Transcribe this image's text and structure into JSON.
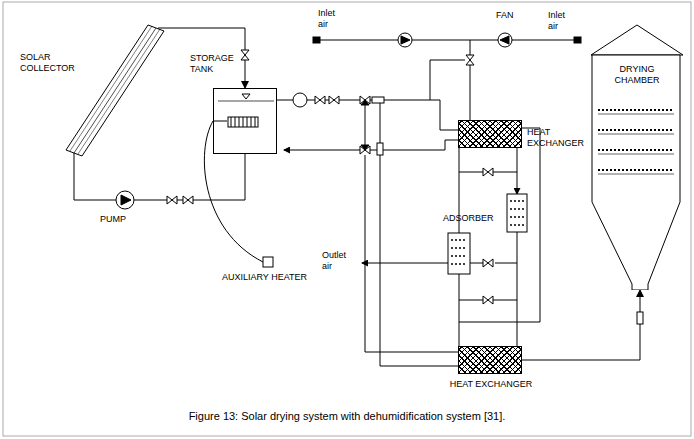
{
  "diagram": {
    "caption": "Figure 13: Solar drying system with dehumidification system [31].",
    "nodes": [
      {
        "text": [
          "SOLAR COLLECTOR"
        ]
      },
      {
        "text": [
          "STORAGE TANK"
        ]
      },
      {
        "text": [
          "HEAT EXCHANGER"
        ]
      },
      {
        "text": [
          "HEAT EXCHANGER"
        ]
      },
      {
        "text": [
          "DRYING CHAMBER"
        ]
      }
    ],
    "edges": [
      {
        "from": 0,
        "to": 1,
        "arrow": "to"
      },
      {
        "from": 1,
        "to": 0,
        "arrow": "none"
      },
      {
        "from": 3,
        "to": 4,
        "arrow": "to"
      }
    ],
    "labels": [
      "PUMP",
      "AUXILIARY HEATER",
      "Inlet air",
      "FAN",
      "Inlet air",
      "ADSORBER",
      "Outlet air"
    ]
  }
}
